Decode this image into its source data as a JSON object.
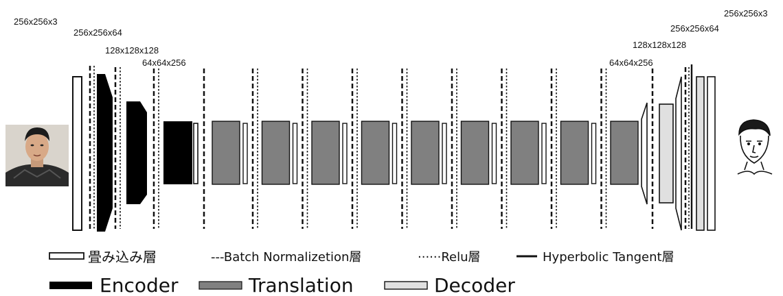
{
  "dimension_labels": {
    "input": "256x256x3",
    "enc1": "256x256x64",
    "enc2": "128x128x128",
    "enc3": "64x64x256",
    "dec3": "64x64x256",
    "dec2": "128x128x128",
    "dec1": "256x256x64",
    "output": "256x256x3"
  },
  "legend": {
    "conv": "畳み込み層",
    "batchnorm": "---Batch Normalizetion層",
    "relu": "······Relu層",
    "tanh": "Hyperbolic Tangent層",
    "encoder": "Encoder",
    "translation": "Translation",
    "decoder": "Decoder"
  },
  "colors": {
    "encoder": "#000000",
    "translation": "#808080",
    "decoder": "#e0e0e0",
    "conv": "#ffffff"
  },
  "images": {
    "input": "photo-face",
    "output": "line-drawing-face"
  }
}
